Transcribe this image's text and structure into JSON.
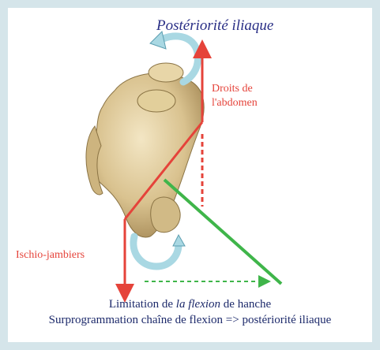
{
  "title": "Postériorité iliaque",
  "labels": {
    "droits_line1": "Droits de",
    "droits_line2": "l'abdomen",
    "ischio": "Ischio-jambiers"
  },
  "caption": {
    "line1_part1": "Limitation de ",
    "line1_italic": "la flexion",
    "line1_part2": " de hanche",
    "line2": "Surprogrammation chaîne de flexion => postériorité iliaque"
  },
  "colors": {
    "background": "#d5e5ea",
    "red": "#e5433a",
    "green": "#3fb54a",
    "rotation_arrow": "#a9d8e3",
    "title": "#2a2f86"
  },
  "icons": [
    "pelvis-bone-illustration",
    "rotation-arrow-top",
    "rotation-arrow-bottom"
  ]
}
